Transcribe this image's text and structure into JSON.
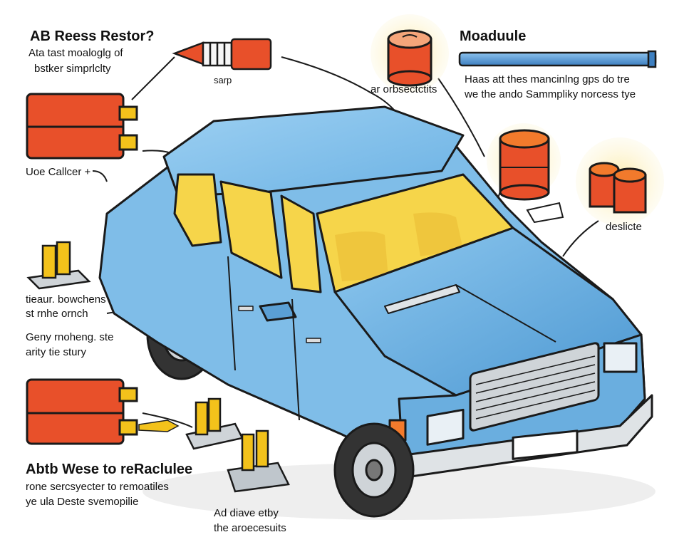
{
  "labels": {
    "top_left_title": "AB Reess Restor?",
    "top_left_line1": "Ata tast moaloglg of",
    "top_left_line2": "bstker simprlclty",
    "sap_label": "sarp",
    "top_mid_caption": "ar orbsectctits",
    "module_title": "Moaduule",
    "module_line1": "Haas att thes mancinlng gps do tre",
    "module_line2": "we the ando Sammpliky norcess tye",
    "caller_label": "Uoe Callcer +",
    "right_label": "deslicte",
    "mid_left_line1": "tieaur. bowchens",
    "mid_left_line2": "st rnhe ornch",
    "mid_left2_line1": "Geny rnoheng. ste",
    "mid_left2_line2": "arity tie stury",
    "bottom_left_title": "Abtb Wese to reRaclulee",
    "bottom_left_line1": "rone sercsyecter to remoatiles",
    "bottom_left_line2": "ye ula Deste svemopilie",
    "bottom_mid_line1": "Ad diave etby",
    "bottom_mid_line2": "the aroecesuits"
  },
  "colors": {
    "car_body": "#7fbde8",
    "car_body_dark": "#5a9fd4",
    "window_glass": "#f6d54a",
    "module_red": "#e8502a",
    "module_orange": "#f27a2c",
    "connector_yellow": "#f3c21b",
    "glow": "#fbefb5",
    "outline": "#1a1a1a",
    "module_bar": "#5d9ed8"
  },
  "icons": [
    "relay-module",
    "cylinder-module",
    "fuse-connector",
    "connector-pin",
    "tube-bar",
    "pointer-arrow"
  ]
}
